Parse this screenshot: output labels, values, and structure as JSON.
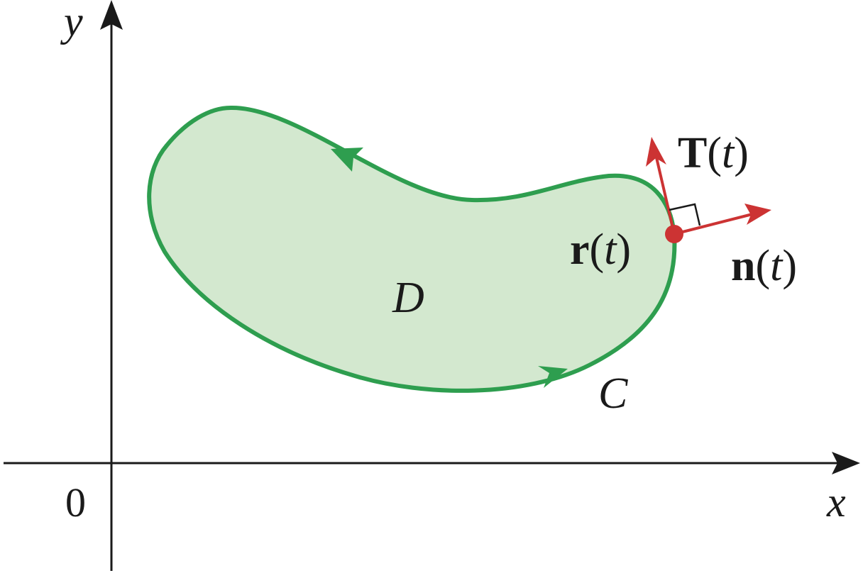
{
  "axes": {
    "x_label": "x",
    "y_label": "y",
    "origin_label": "0"
  },
  "region": {
    "label": "D"
  },
  "curve": {
    "label": "C"
  },
  "position": {
    "symbol": "r",
    "open_paren": "(",
    "param": "t",
    "close_paren": ")"
  },
  "tangent": {
    "symbol": "T",
    "open_paren": "(",
    "param": "t",
    "close_paren": ")"
  },
  "normal": {
    "symbol": "n",
    "open_paren": "(",
    "param": "t",
    "close_paren": ")"
  },
  "colors": {
    "axis": "#1a1a1a",
    "curve": "#2e9e4f",
    "region_fill": "#d3e8cf",
    "vector": "#cc3333",
    "text": "#1a1a1a"
  }
}
